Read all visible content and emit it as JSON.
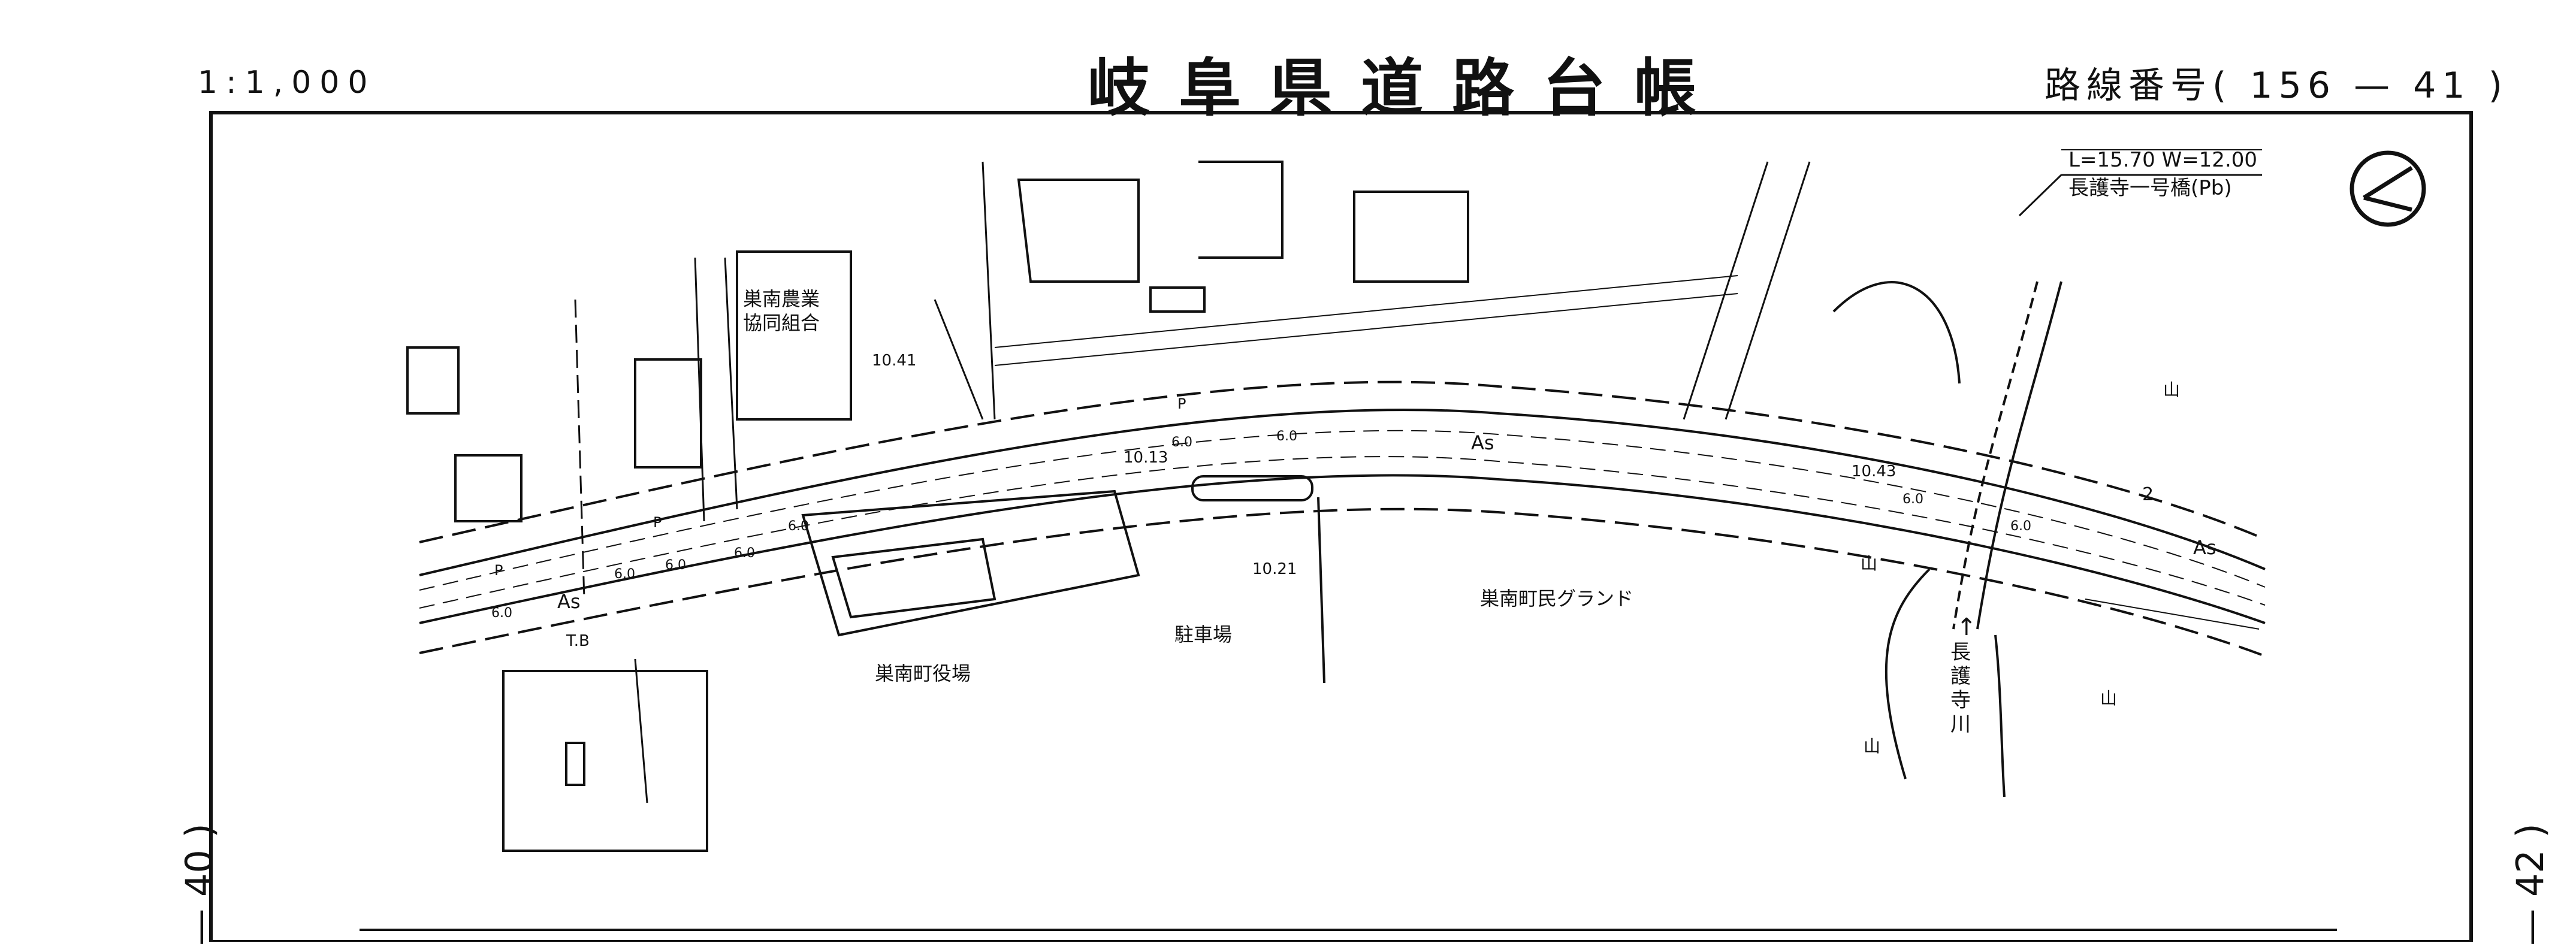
{
  "header": {
    "scale": "1:1,000",
    "title": "岐阜県道路台帳",
    "route_number": "路線番号( 156 — 41 )"
  },
  "margins": {
    "left_sheet": "— 40 )",
    "right_sheet": "— 42 )"
  },
  "map": {
    "north_symbol": "north-arrow-icon",
    "bridge_info": {
      "dimensions": "L=15.70 W=12.00",
      "name": "長護寺一号橋(Pb)"
    },
    "buildings": {
      "agri_coop": "巣南農業協同組合",
      "town_office": "巣南町役場",
      "parking": "駐車場",
      "ground": "巣南町民グランド"
    },
    "river": "長護寺川",
    "surface": {
      "asphalt": "As",
      "pavement": "P"
    },
    "widths": [
      "6.0",
      "6.0",
      "6.0",
      "6.0",
      "6.0",
      "6.0",
      "6.0",
      "6.0",
      "6.0"
    ],
    "elevations": [
      "10.41",
      "10.13",
      "10.21",
      "10.43"
    ],
    "markers": {
      "t_b": "T.B",
      "number": "2"
    },
    "terrain": "山"
  },
  "colors": {
    "ink": "#111111",
    "paper": "#ffffff"
  }
}
